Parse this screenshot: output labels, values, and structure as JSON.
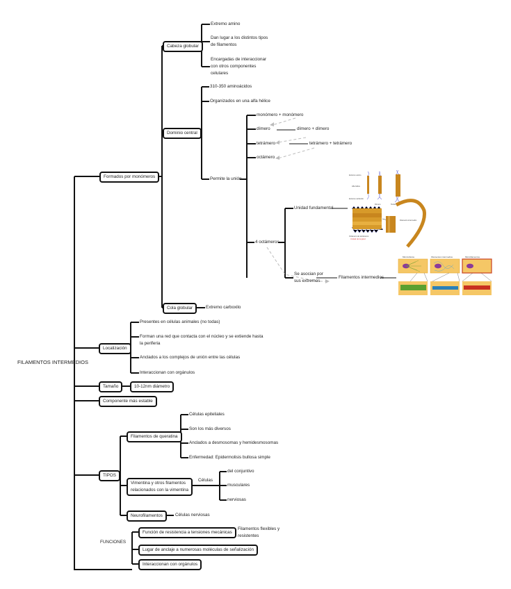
{
  "root": "FILAMENTOS INTERMEDIOS",
  "formados": {
    "label": "Formados por monómeros",
    "cabeza": {
      "label": "Cabeza globular",
      "items": [
        "Extremo amino",
        "Dan lugar a los distintos tipos",
        "de filamentos",
        "Encargadas de interaccionar",
        "con otros componentes",
        "celulares"
      ]
    },
    "dominio": {
      "label": "Dominio central",
      "items": [
        "310-350 aminoácidos",
        "Organizados en una alfa hélice",
        "Permite la unión"
      ],
      "union": {
        "steps": [
          "monómero + monómero",
          "dímero",
          "dímero + dímero",
          "tetrámero",
          "tetrámero + tetrámero",
          "octámero",
          "4 octámeros"
        ],
        "unidad": "Unidad fundamental",
        "asocian": [
          "Se asocian por",
          "sus extremos"
        ],
        "filamentos": "Filamentos intermedios",
        "figure1_labels": [
          "Extremo amino",
          "Alfa hélice",
          "Extremo carboxilo",
          "Dímero",
          "Tetrámero",
          "Octámero de tetrámeros",
          "Unidad de longitud",
          "Filamento intermedio"
        ],
        "figure2_labels": [
          "Microtúbulos",
          "Filamentos intermedios",
          "Microfilamentos"
        ]
      }
    },
    "cola": {
      "label": "Cola globular",
      "item": "Extremo carboxilo"
    }
  },
  "localizacion": {
    "label": "Localización",
    "items": [
      "Presentes en células animales (no todas)",
      "Forman una red que contacta con el núcleo y se extiende hasta",
      "la periferia",
      "Anclados a los complejos de unión entre las células",
      "Interaccionan con orgánulos"
    ]
  },
  "tamano": {
    "label": "Tamaño",
    "value": "10-12nm diámetro"
  },
  "estable": "Componente más estable",
  "tipos": {
    "label": "TIPOS",
    "queratina": {
      "label": "Filamentos de queratina",
      "items": [
        "Células epiteliales",
        "Son los más diversos",
        "Anclados a desmosomas y hemidesmosomas",
        "Enfermedad: Epidermolisis bullosa simple"
      ]
    },
    "vimentina": {
      "label": [
        "Vimentina y otros filamentos",
        "relacionados con la vimentina"
      ],
      "celulas": "Células",
      "items": [
        "del conjuntivo",
        "musculares",
        "nerviosas"
      ]
    },
    "neuro": {
      "label": "Neurofilamentos",
      "item": "Células nerviosas"
    }
  },
  "funciones": {
    "label": "FUNCIONES",
    "items": [
      "Función de resistencia a tensiones mecánicas",
      "Lugar de anclaje a numerosas moléculas de señalización",
      "Interaccionan con orgánulos"
    ],
    "note": [
      "Filamentos flexibles y",
      "resistentes"
    ]
  },
  "colors": {
    "line": "#111111",
    "dashed": "#bbbbbb",
    "filament": "#c8861e",
    "cell": "#f5c766"
  }
}
